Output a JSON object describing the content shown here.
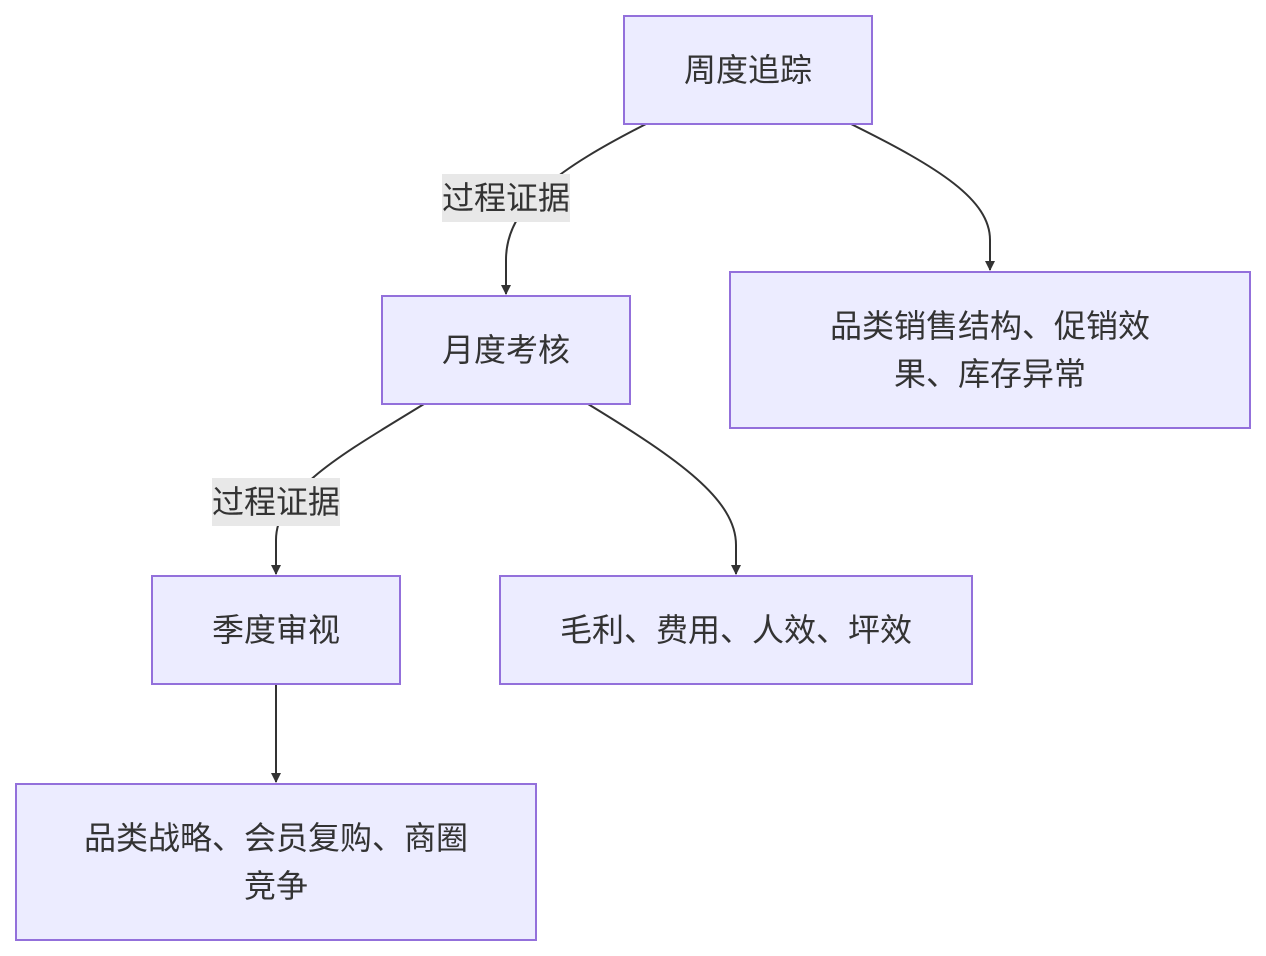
{
  "nodes": {
    "weekly": "周度追踪",
    "weekly_metrics": "品类销售结构、促销效果、库存异常",
    "monthly": "月度考核",
    "monthly_metrics": "毛利、费用、人效、坪效",
    "quarterly": "季度审视",
    "quarterly_metrics": "品类战略、会员复购、商圈竞争"
  },
  "edge_labels": {
    "weekly_to_monthly": "过程证据",
    "monthly_to_quarterly": "过程证据"
  },
  "colors": {
    "node_fill": "#ececff",
    "node_border": "#9370db",
    "edge": "#333333",
    "label_bg": "#e8e8e8",
    "text": "#333333"
  }
}
